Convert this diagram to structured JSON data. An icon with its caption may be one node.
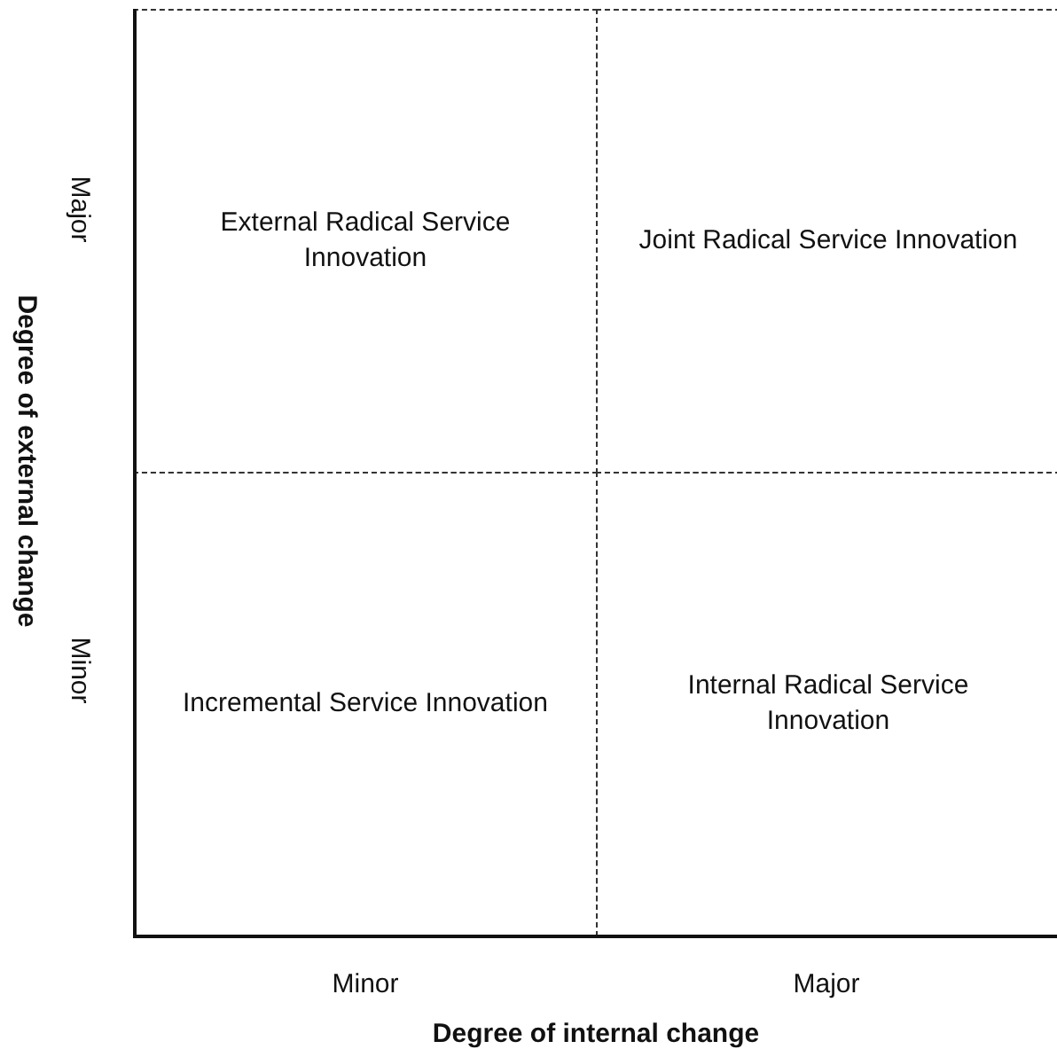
{
  "diagram": {
    "nodes": [
      {
        "text": [
          "External Radical Service Innovation"
        ]
      },
      {
        "text": [
          "Joint Radical Service Innovation"
        ]
      },
      {
        "text": [
          "Incremental Service Innovation"
        ]
      },
      {
        "text": [
          "Internal Radical Service Innovation"
        ]
      }
    ],
    "labels": [
      "Major",
      "Degree of external change",
      "Minor",
      "Minor",
      "Major",
      "Degree of internal change"
    ]
  }
}
